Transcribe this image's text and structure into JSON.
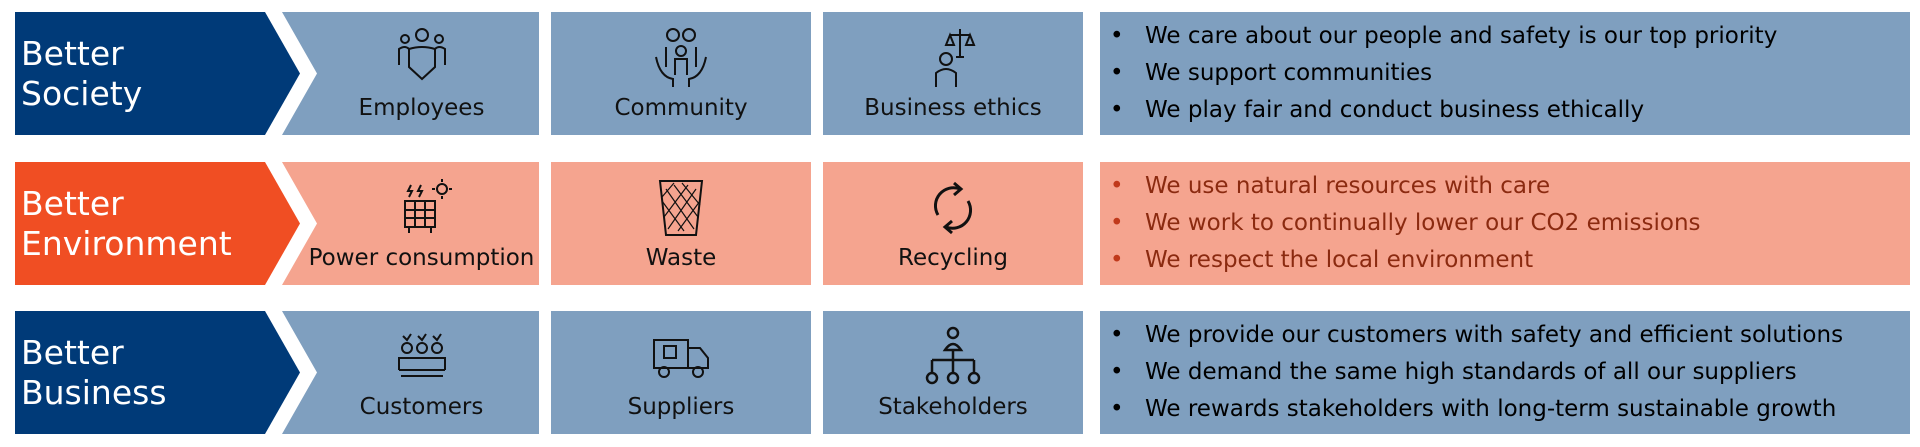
{
  "rows": [
    {
      "title_line1": "Better",
      "title_line2": "Society",
      "cells": [
        {
          "label": "Employees",
          "icon": "employees-icon"
        },
        {
          "label": "Community",
          "icon": "community-icon"
        },
        {
          "label": "Business ethics",
          "icon": "business-ethics-icon"
        }
      ],
      "bullets": [
        "We care about our people and safety is our top priority",
        "We support communities",
        "We play fair and conduct business ethically"
      ]
    },
    {
      "title_line1": "Better",
      "title_line2": "Environment",
      "cells": [
        {
          "label": "Power consumption",
          "icon": "power-consumption-icon"
        },
        {
          "label": "Waste",
          "icon": "waste-bin-icon"
        },
        {
          "label": "Recycling",
          "icon": "recycling-icon"
        }
      ],
      "bullets": [
        "We use natural resources with care",
        "We work to continually lower our CO2 emissions",
        "We respect the local environment"
      ]
    },
    {
      "title_line1": "Better",
      "title_line2": "Business",
      "cells": [
        {
          "label": "Customers",
          "icon": "customers-icon"
        },
        {
          "label": "Suppliers",
          "icon": "delivery-truck-icon"
        },
        {
          "label": "Stakeholders",
          "icon": "org-chart-icon"
        }
      ],
      "bullets": [
        "We provide our customers with safety and efficient solutions",
        "We demand the same high standards of all our suppliers",
        "We rewards stakeholders with long-term sustainable growth"
      ]
    }
  ],
  "colors": {
    "navy": "#003a78",
    "orange": "#f04e23",
    "blue_gray": "#7f9fbf",
    "salmon": "#f5a48f"
  }
}
